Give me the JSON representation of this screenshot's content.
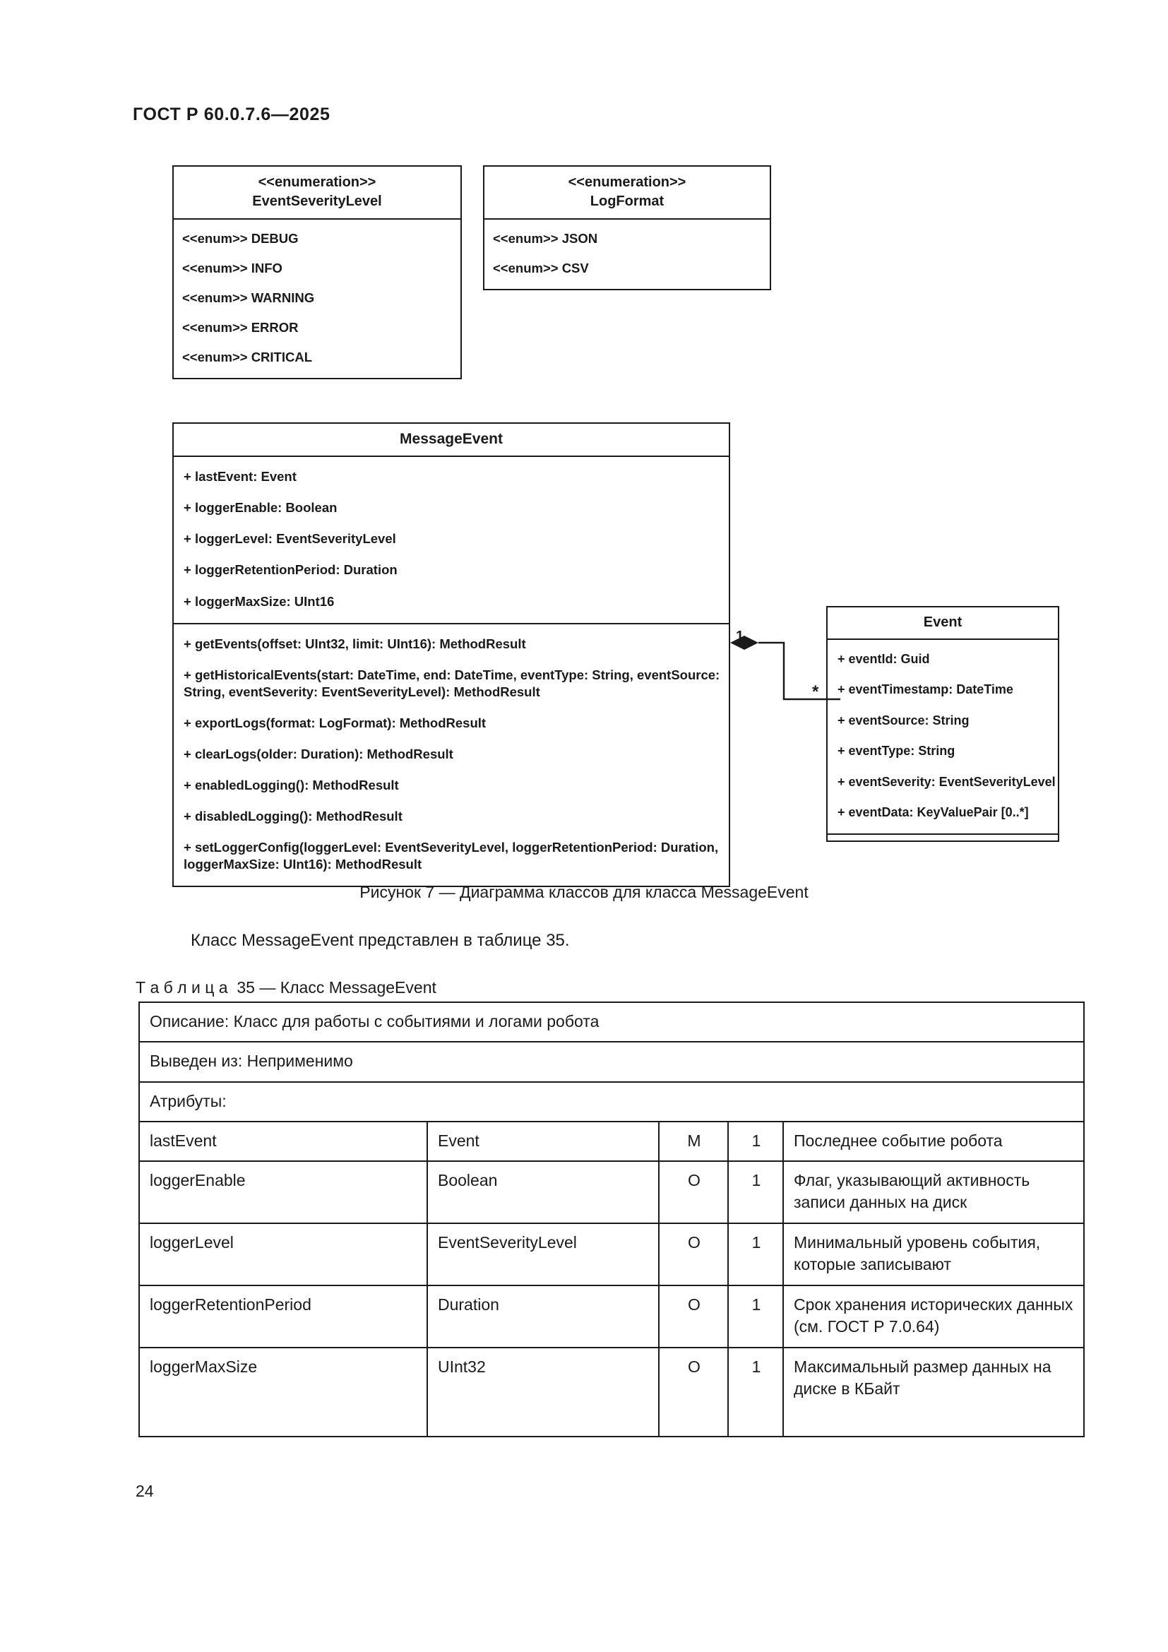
{
  "header": {
    "standard_id": "ГОСТ Р 60.0.7.6—2025"
  },
  "page_number": "24",
  "diagram": {
    "enum_severity": {
      "stereotype": "<<enumeration>>",
      "name": "EventSeverityLevel",
      "literals": [
        "<<enum>> DEBUG",
        "<<enum>> INFO",
        "<<enum>> WARNING",
        "<<enum>> ERROR",
        "<<enum>> CRITICAL"
      ]
    },
    "enum_logformat": {
      "stereotype": "<<enumeration>>",
      "name": "LogFormat",
      "literals": [
        "<<enum>> JSON",
        "<<enum>> CSV"
      ]
    },
    "class_messageevent": {
      "name": "MessageEvent",
      "attributes": [
        "+ lastEvent: Event",
        "+ loggerEnable: Boolean",
        "+ loggerLevel: EventSeverityLevel",
        "+ loggerRetentionPeriod: Duration",
        "+ loggerMaxSize: UInt16"
      ],
      "operations": [
        "+ getEvents(offset: UInt32, limit: UInt16): MethodResult",
        "+ getHistoricalEvents(start: DateTime, end: DateTime, eventType: String, eventSource: String, eventSeverity: EventSeverityLevel): MethodResult",
        "+ exportLogs(format: LogFormat): MethodResult",
        "+ clearLogs(older: Duration): MethodResult",
        "+ enabledLogging(): MethodResult",
        "+ disabledLogging(): MethodResult",
        "+ setLoggerConfig(loggerLevel: EventSeverityLevel, loggerRetentionPeriod: Duration, loggerMaxSize: UInt16): MethodResult"
      ]
    },
    "class_event": {
      "name": "Event",
      "attributes": [
        "+ eventId: Guid",
        "+ eventTimestamp: DateTime",
        "+ eventSource: String",
        "+ eventType: String",
        "+ eventSeverity: EventSeverityLevel",
        "+ eventData: KeyValuePair [0..*]"
      ]
    },
    "association": {
      "source_multiplicity": "1",
      "target_multiplicity": "*",
      "kind": "composition"
    },
    "caption": "Рисунок 7 — Диаграмма классов для класса MessageEvent"
  },
  "body_paragraph": "Класс MessageEvent представлен в таблице 35.",
  "table_caption": "Т а б л и ц а  35 — Класс MessageEvent",
  "table": {
    "meta_rows": [
      "Описание: Класс для работы с событиями и логами робота",
      "Выведен из: Неприменимо",
      "Атрибуты:"
    ],
    "rows": [
      {
        "name": "lastEvent",
        "type": "Event",
        "mo": "M",
        "cardinality": "1",
        "description": "Последнее событие робота"
      },
      {
        "name": "loggerEnable",
        "type": "Boolean",
        "mo": "O",
        "cardinality": "1",
        "description": "Флаг, указывающий активность записи данных на диск"
      },
      {
        "name": "loggerLevel",
        "type": "EventSeverityLevel",
        "mo": "O",
        "cardinality": "1",
        "description": "Минимальный уровень события, которые записывают"
      },
      {
        "name": "loggerRetentionPeriod",
        "type": "Duration",
        "mo": "O",
        "cardinality": "1",
        "description": "Срок хранения исторических данных (см. ГОСТ Р 7.0.64)"
      },
      {
        "name": "loggerMaxSize",
        "type": "UInt32",
        "mo": "O",
        "cardinality": "1",
        "description": "Максимальный размер данных на диске в КБайт"
      }
    ]
  }
}
